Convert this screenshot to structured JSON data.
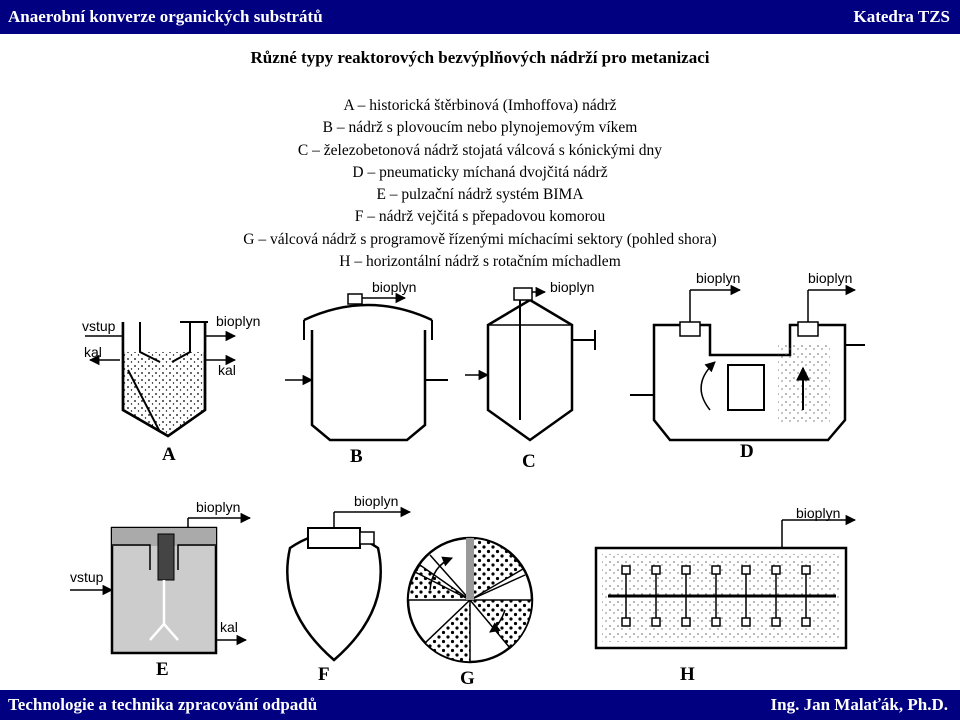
{
  "header": {
    "left": "Anaerobní konverze organických substrátů",
    "right": "Katedra TZS"
  },
  "footer": {
    "left": "Technologie a technika zpracování odpadů",
    "right": "Ing. Jan Malaťák, Ph.D."
  },
  "title": "Různé typy reaktorových bezvýplňových nádrží pro metanizaci",
  "legend": [
    "A – historická štěrbinová (Imhoffova) nádrž",
    "B – nádrž s plovoucím nebo plynojemovým víkem",
    "C – železobetonová nádrž stojatá válcová s kónickými dny",
    "D – pneumaticky míchaná dvojčitá nádrž",
    "E – pulzační nádrž systém BIMA",
    "F – nádrž vejčitá s přepadovou komorou",
    "G – válcová nádrž s programově řízenými míchacími sektory (pohled shora)",
    "H – horizontální nádrž s rotačním míchadlem"
  ],
  "diagram": {
    "A": {
      "letter": "A",
      "inlet": "vstup",
      "sludge_left": "kal",
      "biogas": "bioplyn",
      "sludge_right": "kal"
    },
    "B": {
      "letter": "B",
      "biogas": "bioplyn"
    },
    "C": {
      "letter": "C",
      "biogas": "bioplyn"
    },
    "D": {
      "letter": "D",
      "biogas_left": "bioplyn",
      "biogas_right": "bioplyn"
    },
    "E": {
      "letter": "E",
      "biogas": "bioplyn",
      "inlet": "vstup",
      "sludge": "kal"
    },
    "F": {
      "letter": "F",
      "biogas": "bioplyn"
    },
    "G": {
      "letter": "G"
    },
    "H": {
      "letter": "H",
      "biogas": "bioplyn"
    }
  }
}
